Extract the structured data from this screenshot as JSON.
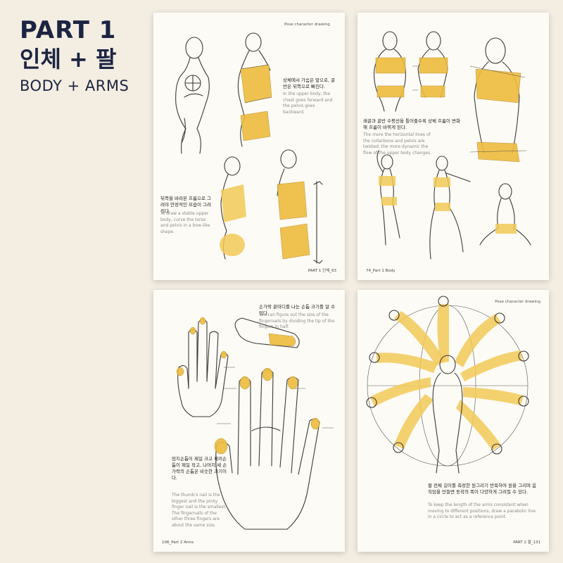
{
  "heading": {
    "part": "PART 1",
    "korean": "인체 + 팔",
    "english": "BODY + ARMS"
  },
  "pages": {
    "top_left": {
      "header": "Pose character drawing",
      "ko1": "상체에서 가슴은 앞으로, 골반은 뒤쪽으로 빠진다.",
      "en1": "In the upper body, the chest goes forward and the pelvis goes backward.",
      "ko2": "뒤쪽을 바라본 흐름으로 그려야 안정적인 모습이 그려진다.",
      "en2": "To draw a stable upper body, curve the torso and pelvis in a bow-like shape.",
      "footer": "PART 1 인체_63"
    },
    "top_right": {
      "ko1": "쇄골과 골반 수평선을 틀어줄수록 상체 흐름이 변화해 흐름이 바뀌게 된다.",
      "en1": "The more the horizontal lines of the collarbone and pelvis are twisted, the more dynamic the flow of the upper body changes.",
      "footer": "74_Part 1 Body"
    },
    "bottom_left": {
      "ko1": "손가락 끝마디를 나눈 손톱 크기를 알 수 있다.",
      "en1": "You can figure out the size of the fingernails by dividing the tip of the fingers in half.",
      "ko2": "엄지손톱이 제일 크고 새끼손톱이 제일 작고, 나머지 세 손가락의 손톱은 비슷한 크기이다.",
      "en2": "The thumb's nail is the biggest and the pinky finger nail is the smallest. The fingernails of the other three fingers are about the same size.",
      "footer": "106_Part 2 Arms"
    },
    "bottom_right": {
      "header": "Pose character drawing",
      "ko1": "팔 전체 길이를 측정한 원그리기 반복하여 원을 그리며 움직임을 만들면 동작의 폭이 다양하게 그려질 수 있다.",
      "en1": "To keep the length of the arms consistent when moving to different positions, draw a parabolic line in a circle to act as a reference point.",
      "footer": "PART 2 팔_131"
    }
  },
  "colors": {
    "accent": "#eebc3e",
    "heading": "#1c2442",
    "background": "#f3ede2",
    "paper": "#fdfbf5"
  }
}
